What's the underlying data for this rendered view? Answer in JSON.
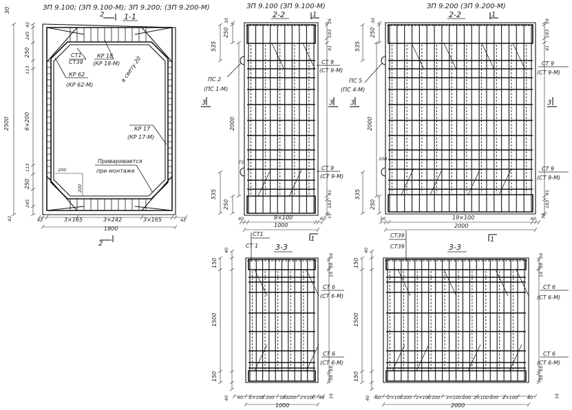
{
  "section_1_1": {
    "title": "ЗП 9.100; (ЗП 9.100-М); ЗП 9.200; (ЗП 9.200-М)",
    "label": "1-1",
    "cut_top": "2",
    "cut_bottom": "2",
    "left_dims": [
      "30",
      "42",
      "245",
      "250",
      "113",
      "6×200",
      "113",
      "250",
      "245",
      "42",
      "2500"
    ],
    "bottom_dims": [
      "42",
      "3×165",
      "3×242",
      "3×165",
      "42",
      "1800"
    ],
    "callouts": {
      "st1": "СТ1",
      "st39": "СТ39",
      "kr18": "КР 18",
      "kr18m": "(КР 18-М)",
      "kr62": "КР 62",
      "kr62m": "(КР 62-М)",
      "clear": "в свету 20",
      "kr17": "КР 17",
      "kr17m": "(КР 17-М)",
      "weld1": "Приваривается",
      "weld2": "при монтаже",
      "d200a": "200",
      "d200b": "200"
    }
  },
  "section_2_2_left": {
    "title": "ЗП 9.100 (ЗП 9.100-М)",
    "label": "2-2",
    "cut": "1",
    "left_dims": [
      "30",
      "250",
      "535",
      "2000",
      "75",
      "535",
      "250"
    ],
    "right_dims": [
      "16",
      "183",
      "41",
      "41",
      "183",
      "15"
    ],
    "bottom_dims": [
      "40",
      "9×100",
      "60",
      "1000"
    ],
    "callouts": {
      "st9a": "СТ 9",
      "st9am": "(СТ 9-М)",
      "ps": "ПС 2",
      "psm": "(ПС 1-М)",
      "cut3l": "3",
      "cut3r": "3",
      "st9b": "СТ 9",
      "st9bm": "(СТ 9-М)"
    }
  },
  "section_2_2_right": {
    "title": "ЗП 9.200 (ЗП 9.200-М)",
    "label": "2-2",
    "cut": "1",
    "left_dims": [
      "30",
      "250",
      "535",
      "2000",
      "100",
      "535",
      "250"
    ],
    "right_dims": [
      "16",
      "183",
      "41",
      "41",
      "183",
      "16"
    ],
    "bottom_dims": [
      "30",
      "19×100",
      "60",
      "2000"
    ],
    "callouts": {
      "st9a": "СТ 9",
      "st9am": "(СТ 9-М)",
      "ps": "ПС 5",
      "psm": "(ПС 4-М)",
      "cut3l": "3",
      "cut3r": "3",
      "st9b": "СТ 9",
      "st9bm": "(СТ 9-М)"
    }
  },
  "between": {
    "st1": "СТ1",
    "cut1a": "1",
    "st39": "СТ39",
    "cut1b": "1"
  },
  "section_3_3_left": {
    "label": "3-3",
    "st": "СТ 1",
    "left_dims": [
      "40",
      "150",
      "1500",
      "150",
      "40"
    ],
    "right_dims": [
      "16",
      "38",
      "16",
      "16",
      "38",
      "16"
    ],
    "callouts": {
      "st6a": "СТ 6",
      "st6am": "(СТ 6-М)",
      "st6b": "СТ 6",
      "st6bm": "(СТ 6-М)"
    },
    "bottom_dims": [
      "60",
      "2×100",
      "200",
      "100",
      "200",
      "2×100",
      "40",
      "1000"
    ]
  },
  "section_3_3_right": {
    "label": "3-3",
    "st": "СТ39",
    "left_dims": [
      "40",
      "150",
      "1500",
      "150",
      "40"
    ],
    "right_dims": [
      "16",
      "38",
      "16",
      "16",
      "38",
      "16"
    ],
    "callouts": {
      "st6a": "СТ 6",
      "st6am": "(СТ 6-М)",
      "st6b": "СТ 6",
      "st6bm": "(СТ 6-М)"
    },
    "bottom_dims": [
      "60",
      "2×100",
      "200",
      "2×100",
      "200",
      "3×100",
      "200",
      "2×100",
      "200",
      "2×100",
      "40",
      "2000"
    ]
  }
}
